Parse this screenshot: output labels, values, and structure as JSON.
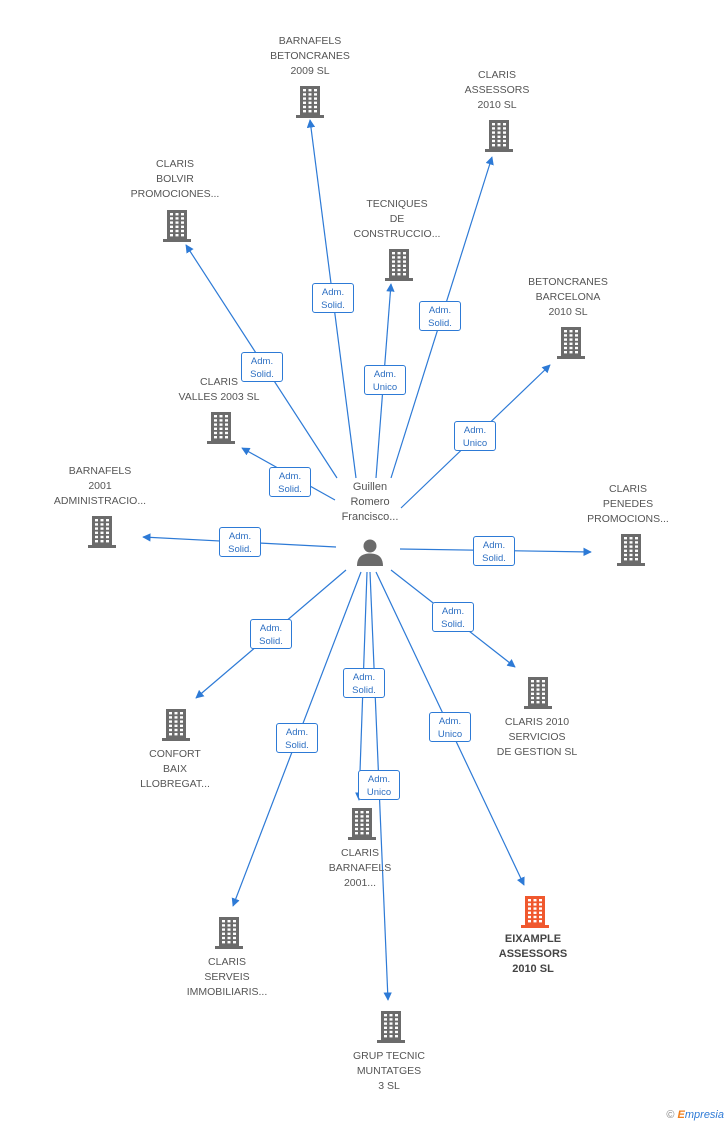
{
  "colors": {
    "edge": "#2d7ad6",
    "building": "#6b6b6b",
    "building_highlight": "#f0582e",
    "person": "#6b6b6b",
    "label": "#555555"
  },
  "person": {
    "name_lines": [
      "Guillen",
      "Romero",
      "Francisco..."
    ],
    "icon": "person-icon"
  },
  "companies": [
    {
      "id": "barnafels-betoncranes-2009",
      "lines": [
        "BARNAFELS",
        "BETONCRANES",
        "2009 SL"
      ],
      "highlight": false
    },
    {
      "id": "claris-assessors-2010",
      "lines": [
        "CLARIS",
        "ASSESSORS",
        "2010 SL"
      ],
      "highlight": false
    },
    {
      "id": "claris-bolvir",
      "lines": [
        "CLARIS",
        "BOLVIR",
        "PROMOCIONES..."
      ],
      "highlight": false
    },
    {
      "id": "tecniques-de-construccio",
      "lines": [
        "TECNIQUES",
        "DE",
        "CONSTRUCCIO..."
      ],
      "highlight": false
    },
    {
      "id": "betoncranes-barcelona-2010",
      "lines": [
        "BETONCRANES",
        "BARCELONA",
        "2010 SL"
      ],
      "highlight": false
    },
    {
      "id": "claris-valles-2003",
      "lines": [
        "CLARIS",
        "VALLES 2003 SL"
      ],
      "highlight": false
    },
    {
      "id": "barnafels-2001-administracio",
      "lines": [
        "BARNAFELS",
        "2001",
        "ADMINISTRACIO..."
      ],
      "highlight": false
    },
    {
      "id": "claris-penedes",
      "lines": [
        "CLARIS",
        "PENEDES",
        "PROMOCIONS..."
      ],
      "highlight": false
    },
    {
      "id": "claris-2010-servicios",
      "lines": [
        "CLARIS 2010",
        "SERVICIOS",
        "DE GESTION SL"
      ],
      "highlight": false
    },
    {
      "id": "confort-baix-llobregat",
      "lines": [
        "CONFORT",
        "BAIX",
        "LLOBREGAT..."
      ],
      "highlight": false
    },
    {
      "id": "claris-barnafels-2001",
      "lines": [
        "CLARIS",
        "BARNAFELS",
        "2001..."
      ],
      "highlight": false
    },
    {
      "id": "eixample-assessors-2010",
      "lines": [
        "EIXAMPLE",
        "ASSESSORS",
        "2010 SL"
      ],
      "highlight": true
    },
    {
      "id": "claris-serveis-immobiliaris",
      "lines": [
        "CLARIS",
        "SERVEIS",
        "IMMOBILIARIS..."
      ],
      "highlight": false
    },
    {
      "id": "grup-tecnic-muntatges",
      "lines": [
        "GRUP TECNIC",
        "MUNTATGES",
        "3 SL"
      ],
      "highlight": false
    }
  ],
  "edges": [
    {
      "target": "barnafels-betoncranes-2009",
      "role": [
        "Adm.",
        "Solid."
      ]
    },
    {
      "target": "claris-assessors-2010",
      "role": [
        "Adm.",
        "Solid."
      ]
    },
    {
      "target": "claris-bolvir",
      "role": [
        "Adm.",
        "Solid."
      ]
    },
    {
      "target": "tecniques-de-construccio",
      "role": [
        "Adm.",
        "Unico"
      ]
    },
    {
      "target": "betoncranes-barcelona-2010",
      "role": [
        "Adm.",
        "Unico"
      ]
    },
    {
      "target": "claris-valles-2003",
      "role": [
        "Adm.",
        "Solid."
      ]
    },
    {
      "target": "barnafels-2001-administracio",
      "role": [
        "Adm.",
        "Solid."
      ]
    },
    {
      "target": "claris-penedes",
      "role": [
        "Adm.",
        "Solid."
      ]
    },
    {
      "target": "claris-2010-servicios",
      "role": [
        "Adm.",
        "Solid."
      ]
    },
    {
      "target": "confort-baix-llobregat",
      "role": [
        "Adm.",
        "Solid."
      ]
    },
    {
      "target": "claris-barnafels-2001",
      "role": [
        "Adm.",
        "Solid."
      ]
    },
    {
      "target": "eixample-assessors-2010",
      "role": [
        "Adm.",
        "Unico"
      ]
    },
    {
      "target": "claris-serveis-immobiliaris",
      "role": [
        "Adm.",
        "Solid."
      ]
    },
    {
      "target": "grup-tecnic-muntatges",
      "role": [
        "Adm.",
        "Unico"
      ]
    }
  ],
  "footer": {
    "copyright": "©",
    "brand_first": "E",
    "brand_rest": "mpresia"
  }
}
